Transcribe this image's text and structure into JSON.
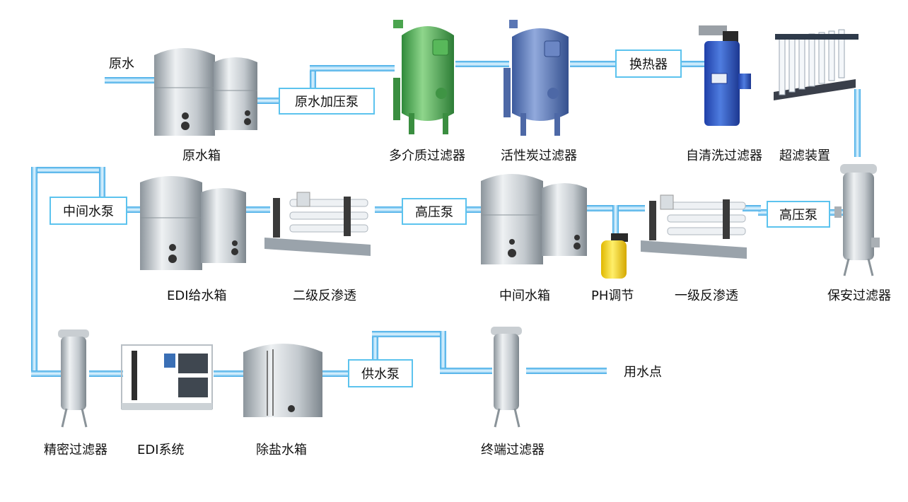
{
  "labels": {
    "raw_water": "原水",
    "raw_tank": "原水箱",
    "raw_pump": "原水加压泵",
    "multimedia_filter": "多介质过滤器",
    "carbon_filter": "活性炭过滤器",
    "heat_exchanger": "换热器",
    "self_clean_filter": "自清洗过滤器",
    "ultrafiltration": "超滤装置",
    "security_filter": "保安过滤器",
    "high_pump_right": "高压泵",
    "ro_stage1": "一级反渗透",
    "ph_adjust": "PH调节",
    "middle_tank_right": "中间水箱",
    "high_pump_mid": "高压泵",
    "ro_stage2": "二级反渗透",
    "edi_feed_tank": "EDI给水箱",
    "middle_pump": "中间水泵",
    "precision_filter": "精密过滤器",
    "edi_system": "EDI系统",
    "desalted_tank": "除盐水箱",
    "supply_pump": "供水泵",
    "terminal_filter": "终端过滤器",
    "use_point": "用水点"
  }
}
